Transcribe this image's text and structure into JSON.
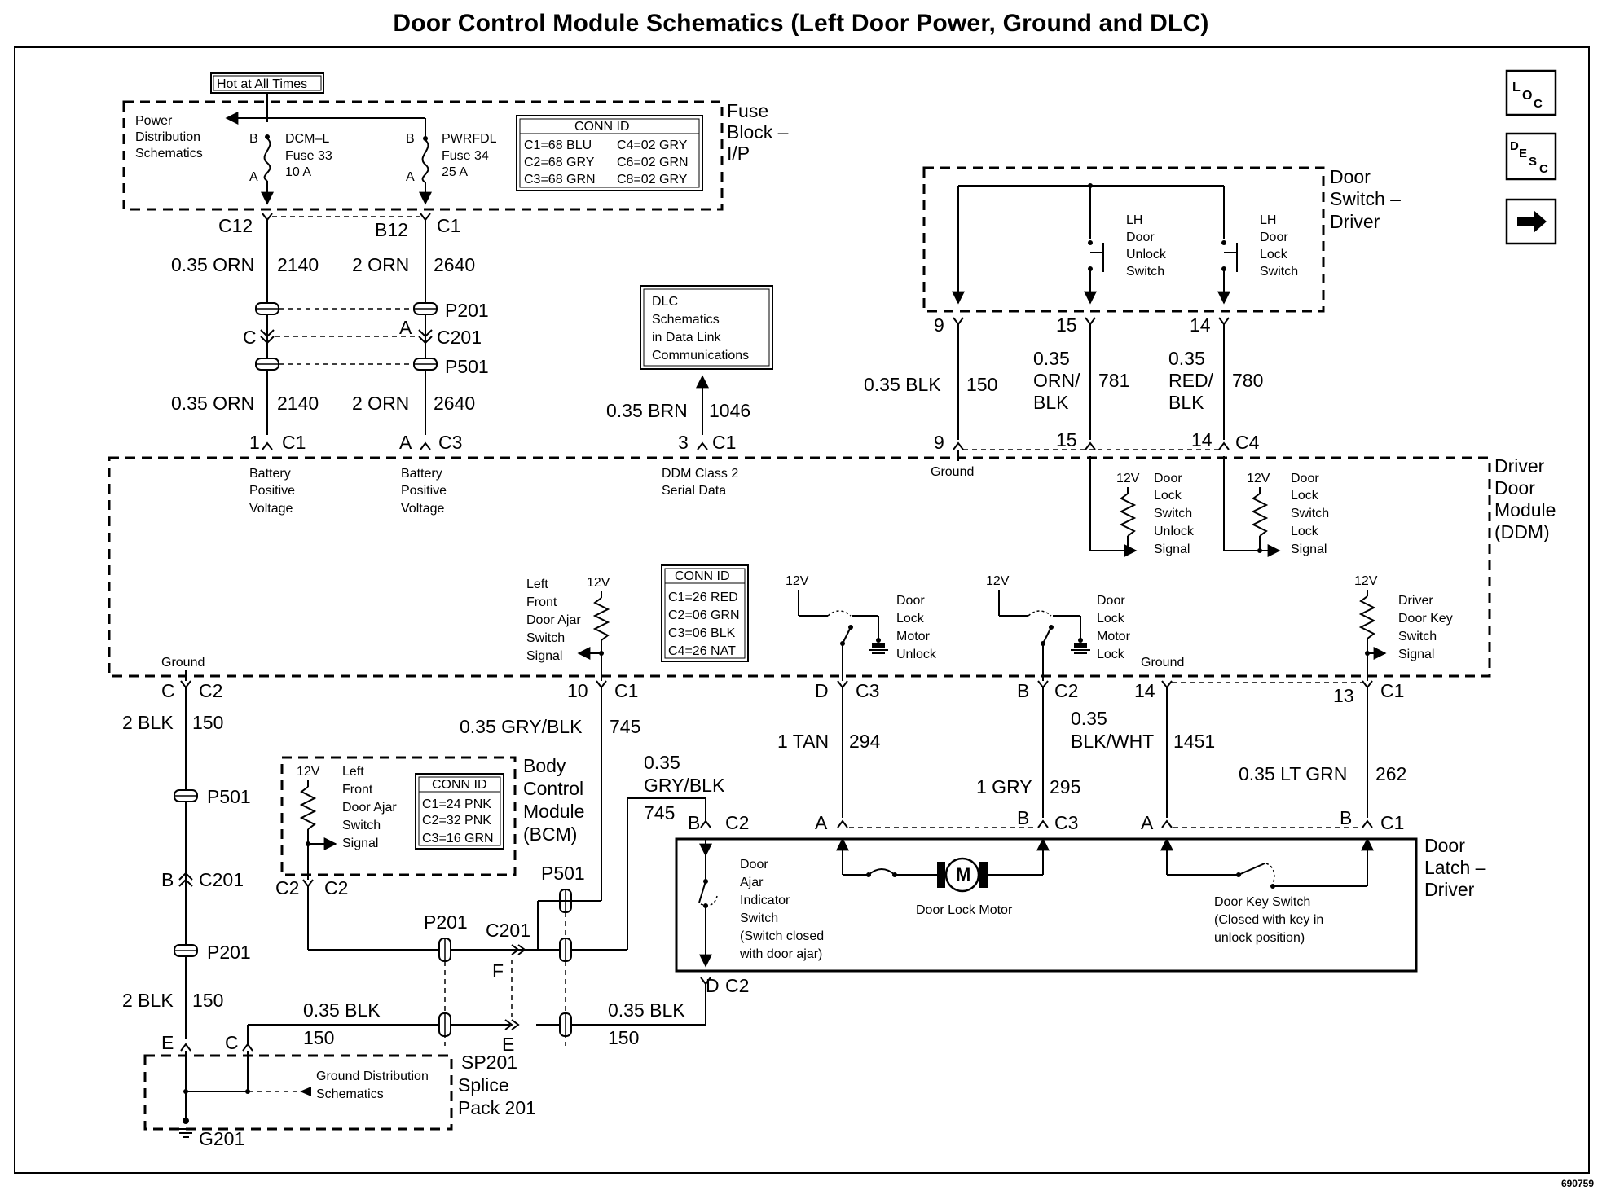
{
  "title": "Door Control Module Schematics (Left Door Power, Ground and DLC)",
  "figure_number": "690759",
  "nav_icons": {
    "loc": "LOC",
    "desc": "DESC",
    "next": "arrow-right-icon"
  },
  "hot_label": "Hot at All Times",
  "fuse_block": {
    "name_l1": "Fuse",
    "name_l2": "Block –",
    "name_l3": "I/P",
    "pds_l1": "Power",
    "pds_l2": "Distribution",
    "pds_l3": "Schematics",
    "fuse1_l1": "DCM–L",
    "fuse1_l2": "Fuse 33",
    "fuse1_l3": "10 A",
    "fuse2_l1": "PWRFDL",
    "fuse2_l2": "Fuse 34",
    "fuse2_l3": "25 A",
    "pin_b": "B",
    "pin_a": "A",
    "conn_title": "CONN ID",
    "conn_r1a": "C1=68 BLU",
    "conn_r1b": "C4=02 GRY",
    "conn_r2a": "C2=68 GRY",
    "conn_r2b": "C6=02 GRN",
    "conn_r3a": "C3=68 GRN",
    "conn_r3b": "C8=02 GRY",
    "c12": "C12",
    "b12": "B12",
    "c1": "C1"
  },
  "upper_wires": {
    "w1_size": "0.35 ORN",
    "w1_circ": "2140",
    "w2_size": "2 ORN",
    "w2_circ": "2640",
    "p201": "P201",
    "c201": "C201",
    "p501": "P501",
    "pin_c": "C",
    "pin_a": "A"
  },
  "dlc": {
    "l1": "DLC",
    "l2": "Schematics",
    "l3": "in Data Link",
    "l4": "Communications",
    "wire_size": "0.35 BRN",
    "wire_circ": "1046"
  },
  "door_switch": {
    "name_l1": "Door",
    "name_l2": "Switch –",
    "name_l3": "Driver",
    "unlock_l1": "LH",
    "unlock_l2": "Door",
    "unlock_l3": "Unlock",
    "unlock_l4": "Switch",
    "lock_l1": "LH",
    "lock_l2": "Door",
    "lock_l3": "Lock",
    "lock_l4": "Switch",
    "pin9": "9",
    "pin15": "15",
    "pin14": "14",
    "w150_size": "0.35 BLK",
    "w150_circ": "150",
    "w781_l1": "0.35",
    "w781_l2": "ORN/",
    "w781_l3": "BLK",
    "w781_circ": "781",
    "w780_l1": "0.35",
    "w780_l2": "RED/",
    "w780_l3": "BLK",
    "w780_circ": "780",
    "c4": "C4"
  },
  "ddm": {
    "name_l1": "Driver",
    "name_l2": "Door",
    "name_l3": "Module",
    "name_l4": "(DDM)",
    "pin1": "1",
    "pinA": "A",
    "pin3": "3",
    "pin9": "9",
    "pin15": "15",
    "pin14": "14",
    "c1": "C1",
    "c3": "C3",
    "c4": "C4",
    "bpv_l1": "Battery",
    "bpv_l2": "Positive",
    "bpv_l3": "Voltage",
    "serial_l1": "DDM Class 2",
    "serial_l2": "Serial Data",
    "ground": "Ground",
    "v12": "12V",
    "unlock_sig_l1": "Door",
    "unlock_sig_l2": "Lock",
    "unlock_sig_l3": "Switch",
    "unlock_sig_l4": "Unlock",
    "unlock_sig_l5": "Signal",
    "lock_sig_l1": "Door",
    "lock_sig_l2": "Lock",
    "lock_sig_l3": "Switch",
    "lock_sig_l4": "Lock",
    "lock_sig_l5": "Signal",
    "ajar_l1": "Left",
    "ajar_l2": "Front",
    "ajar_l3": "Door Ajar",
    "ajar_l4": "Switch",
    "ajar_l5": "Signal",
    "conn_title": "CONN ID",
    "conn_r1": "C1=26 RED",
    "conn_r2": "C2=06 GRN",
    "conn_r3": "C3=06 BLK",
    "conn_r4": "C4=26 NAT",
    "mu_l1": "Door",
    "mu_l2": "Lock",
    "mu_l3": "Motor",
    "mu_l4": "Unlock",
    "ml_l1": "Door",
    "ml_l2": "Lock",
    "ml_l3": "Motor",
    "ml_l4": "Lock",
    "key_l1": "Driver",
    "key_l2": "Door Key",
    "key_l3": "Switch",
    "key_l4": "Signal",
    "b_pinC": "C",
    "b_c2": "C2",
    "b_pin10": "10",
    "b_c1": "C1",
    "b_pinD": "D",
    "b_c3": "C3",
    "b_pinB": "B",
    "b_c2b": "C2",
    "b_pin14": "14",
    "b_pin13": "13",
    "b_c1b": "C1"
  },
  "lower_wires": {
    "w150a_size": "2 BLK",
    "w150a_circ": "150",
    "w745_size": "0.35 GRY/BLK",
    "w745_circ": "745",
    "w745b_l1": "0.35",
    "w745b_l2": "GRY/BLK",
    "w745b_circ": "745",
    "w294_size": "1 TAN",
    "w294_circ": "294",
    "w295_size": "1 GRY",
    "w295_circ": "295",
    "w1451_l1": "0.35",
    "w1451_l2": "BLK/WHT",
    "w1451_circ": "1451",
    "w262_size": "0.35 LT GRN",
    "w262_circ": "262",
    "p501": "P501",
    "p201": "P201",
    "c201": "C201",
    "pin_b": "B",
    "w150b_size": "2 BLK",
    "w150b_circ": "150",
    "w150c_size": "0.35 BLK",
    "w150c_circ": "150",
    "w150d_size": "0.35 BLK",
    "w150d_circ": "150",
    "pin_f": "F",
    "pin_e": "E",
    "pin_c": "C",
    "pin_e2": "E"
  },
  "bcm": {
    "name_l1": "Body",
    "name_l2": "Control",
    "name_l3": "Module",
    "name_l4": "(BCM)",
    "v12": "12V",
    "sig_l1": "Left",
    "sig_l2": "Front",
    "sig_l3": "Door Ajar",
    "sig_l4": "Switch",
    "sig_l5": "Signal",
    "conn_title": "CONN ID",
    "conn_r1": "C1=24 PNK",
    "conn_r2": "C2=32 PNK",
    "conn_r3": "C3=16 GRN",
    "c2a": "C2",
    "c2b": "C2",
    "p501": "P501",
    "p201": "P201",
    "c201": "C201"
  },
  "door_latch": {
    "name_l1": "Door",
    "name_l2": "Latch –",
    "name_l3": "Driver",
    "pinB": "B",
    "c2": "C2",
    "pinA": "A",
    "pinB2": "B",
    "c3": "C3",
    "pinA2": "A",
    "pinB3": "B",
    "c1": "C1",
    "pinD": "D",
    "c2b": "C2",
    "ajar_l1": "Door",
    "ajar_l2": "Ajar",
    "ajar_l3": "Indicator",
    "ajar_l4": "Switch",
    "ajar_l5": "(Switch closed",
    "ajar_l6": "with door ajar)",
    "motor_symbol": "M",
    "motor": "Door Lock Motor",
    "key_l1": "Door Key Switch",
    "key_l2": "(Closed with key in",
    "key_l3": "unlock position)"
  },
  "splice": {
    "name_l1": "SP201",
    "name_l2": "Splice",
    "name_l3": "Pack 201",
    "gd_l1": "Ground Distribution",
    "gd_l2": "Schematics",
    "g201": "G201"
  }
}
